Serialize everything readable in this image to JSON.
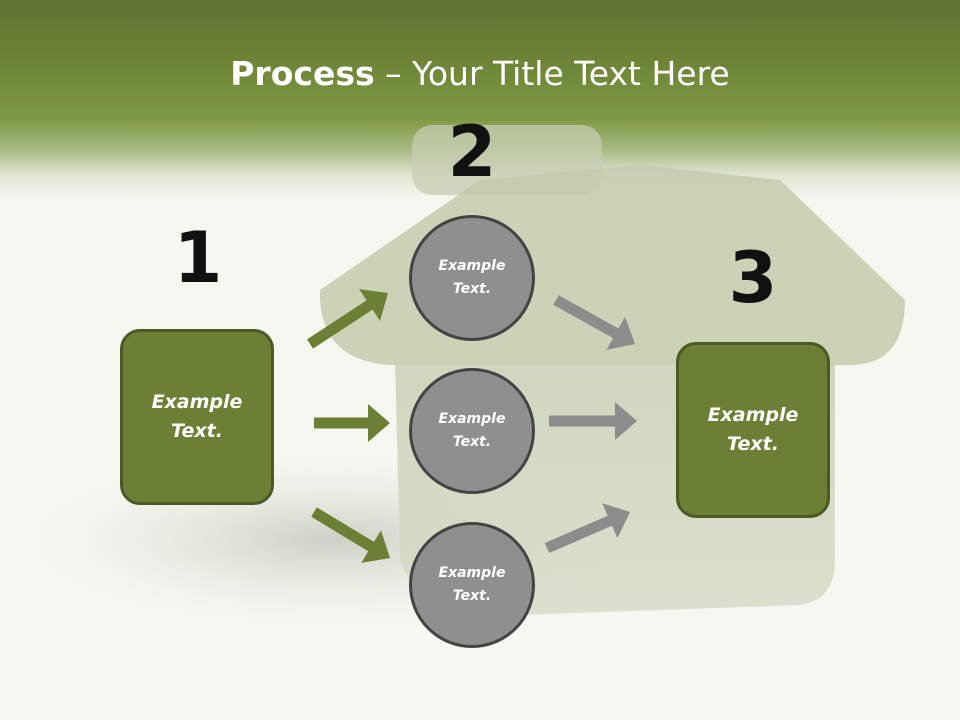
{
  "title": {
    "bold": "Process",
    "rest": " – Your Title Text Here"
  },
  "steps": {
    "one": {
      "number": "1",
      "text": "Example\nText."
    },
    "two": {
      "number": "2",
      "circles": [
        "Example\nText.",
        "Example\nText.",
        "Example\nText."
      ]
    },
    "three": {
      "number": "3",
      "text": "Example\nText."
    }
  },
  "colors": {
    "header": "#6d8437",
    "box_fill": "#6b8035",
    "circle_fill": "#8f8f8f",
    "green_arrow": "#6b8035",
    "gray_arrow": "#8c8c8c"
  }
}
